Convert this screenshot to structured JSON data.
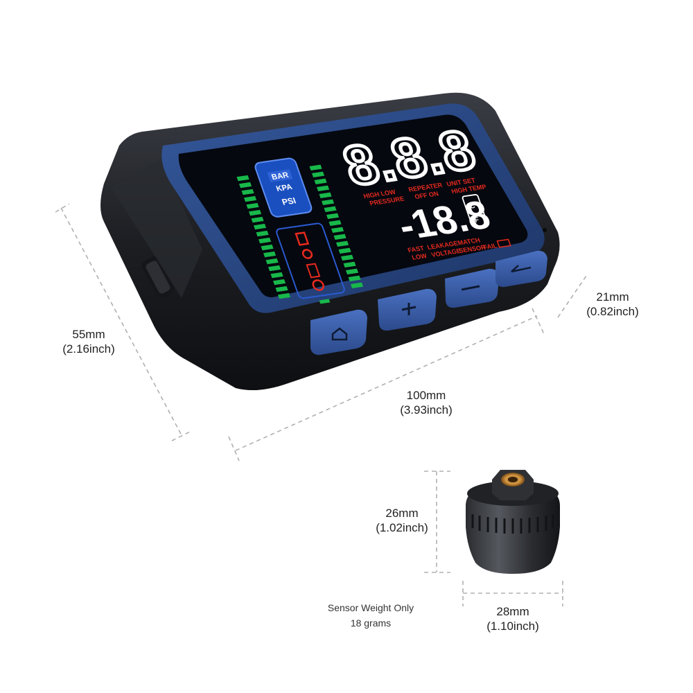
{
  "colors": {
    "frame_blue": "#2b4a86",
    "housing": "#1e2024",
    "lcd_bg": "#05080f",
    "segment_green": "#18b84a",
    "warning_red": "#e62a1e",
    "button_blue": "#3a5fae",
    "dimension_line": "#b0b0b0"
  },
  "dimensions": {
    "height": {
      "metric": "55mm",
      "imperial": "(2.16inch)"
    },
    "width": {
      "metric": "100mm",
      "imperial": "(3.93inch)"
    },
    "depth": {
      "metric": "21mm",
      "imperial": "(0.82inch)"
    },
    "sensor_height": {
      "metric": "26mm",
      "imperial": "(1.02inch)"
    },
    "sensor_diameter": {
      "metric": "28mm",
      "imperial": "(1.10inch)"
    }
  },
  "sensor_note": {
    "line1": "Sensor Weight Only",
    "line2": "18 grams"
  },
  "display": {
    "units": [
      "BAR",
      "KPA",
      "PSI"
    ],
    "main_reading": "8.8.8",
    "temp_reading": "-18.8",
    "celsius": "°C",
    "fahrenheit": "°F",
    "labels": {
      "high_low": "HIGH LOW",
      "pressure": "PRESSURE",
      "repeater": "REPEATER",
      "off_on": "OFF    ON",
      "unit_set": "UNIT  SET",
      "high_temp": "HIGH TEMP",
      "fast": "FAST",
      "low": "LOW",
      "leakage": "LEAKAGE",
      "voltage": "VOLTAGE",
      "match": "MATCH",
      "sensor": "SENSOR",
      "fail": "FAIL"
    }
  },
  "buttons": [
    {
      "icon": "home-icon"
    },
    {
      "icon": "plus-icon"
    },
    {
      "icon": "minus-icon"
    },
    {
      "icon": "return-icon"
    }
  ]
}
